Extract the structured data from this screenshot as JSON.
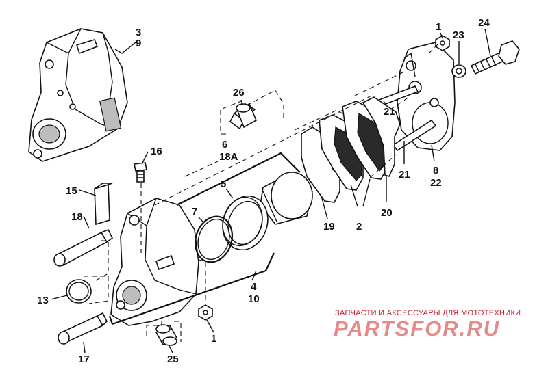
{
  "diagram": {
    "labels": {
      "l3": "3",
      "l9": "9",
      "l1a": "1",
      "l23": "23",
      "l24": "24",
      "l26": "26",
      "l21a": "21",
      "l21b": "21",
      "l8": "8",
      "l22": "22",
      "l16": "16",
      "l6": "6",
      "l18a": "18A",
      "l5": "5",
      "l7": "7",
      "l15": "15",
      "l18": "18",
      "l19": "19",
      "l2": "2",
      "l20": "20",
      "l13": "13",
      "l4": "4",
      "l10": "10",
      "l1b": "1",
      "l17": "17",
      "l25": "25"
    }
  },
  "watermark": {
    "caption": "ЗАПЧАСТИ И АКСЕССУАРЫ ДЛЯ МОТОТЕХНИКИ",
    "logo": "PARTSFOR.RU",
    "color": "#d42a2a"
  }
}
